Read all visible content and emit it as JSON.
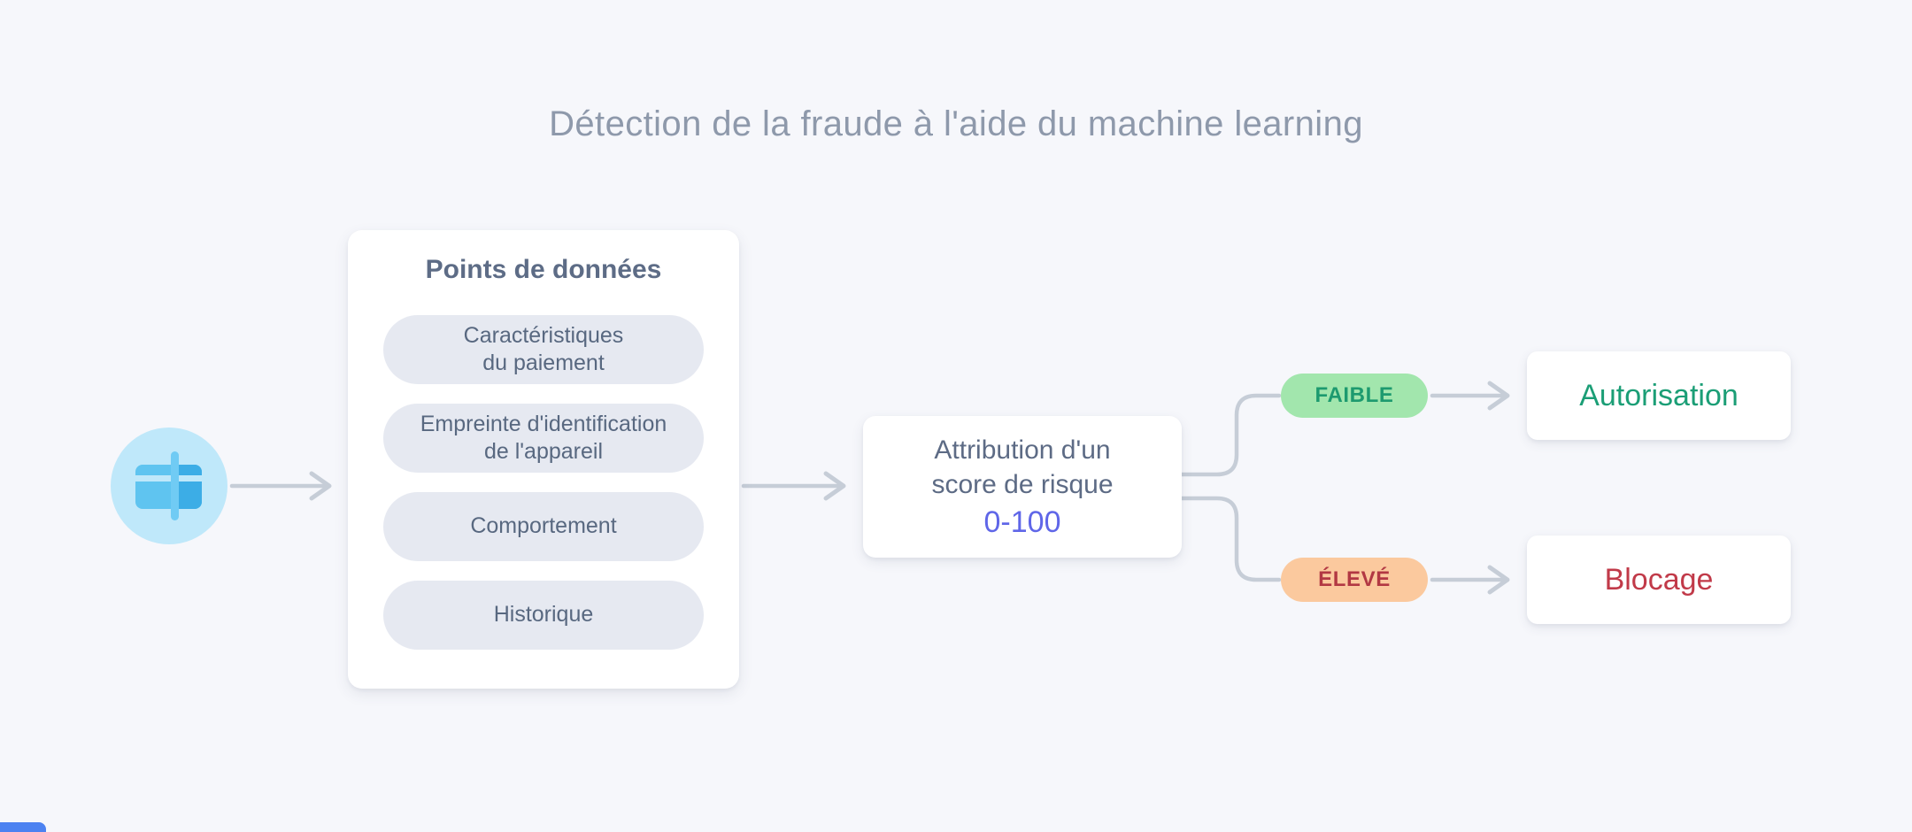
{
  "title": {
    "text": "Détection de la fraude à l'aide du machine learning"
  },
  "colors": {
    "background": "#f6f7fb",
    "connector": "#c6cdd7",
    "title_text": "#8e99ab",
    "slate_text": "#5d6b85",
    "pill_bg": "#e6e9f1",
    "pill_text": "#586880",
    "icon_circle": "#bfe8fa",
    "icon_card_blue": "#5fc4f0",
    "icon_card_dark_blue": "#3cade6",
    "icon_card_bar": "#70cbf4",
    "cropped_blue": "#4c82f1"
  },
  "data_points": {
    "title": "Points de données",
    "items": [
      "Caractéristiques\ndu paiement",
      "Empreinte d'identification\nde l'appareil",
      "Comportement",
      "Historique"
    ]
  },
  "risk_score": {
    "label": "Attribution d'un\nscore de risque",
    "range": "0-100",
    "range_color": "#5f66e8"
  },
  "branches": [
    {
      "label": "FAIBLE",
      "label_bg": "#a2e6ad",
      "label_color": "#1d9a6f",
      "result": "Autorisation",
      "result_color": "#1b9e76"
    },
    {
      "label": "ÉLEVÉ",
      "label_bg": "#fbc99e",
      "label_color": "#b23843",
      "result": "Blocage",
      "result_color": "#c13a49"
    }
  ]
}
